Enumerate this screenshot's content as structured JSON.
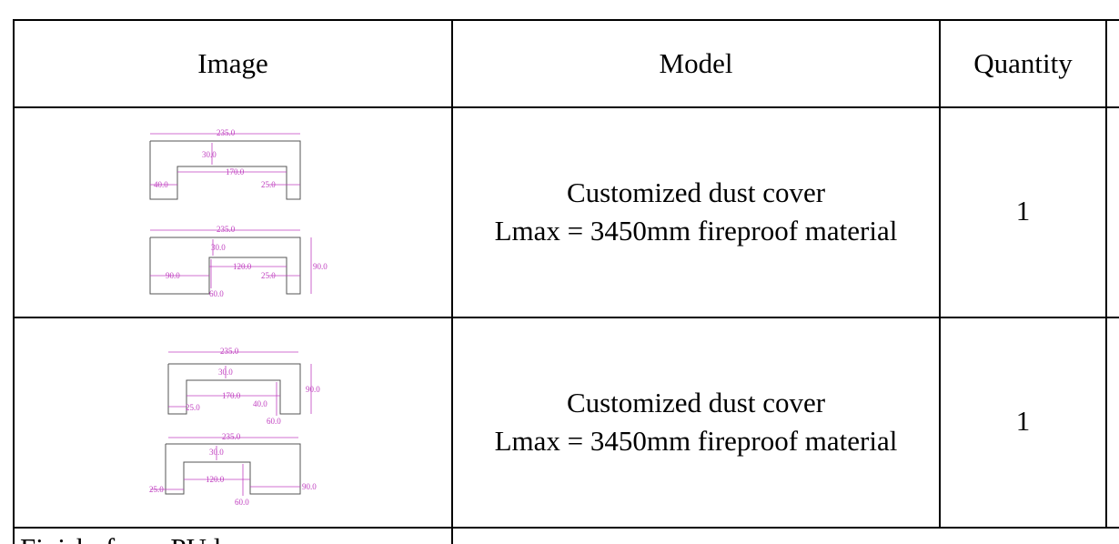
{
  "page": {
    "top_clipped_text": "...",
    "bottom_clipped_text": "Finish: foam PU lam"
  },
  "table": {
    "headers": {
      "image": "Image",
      "model": "Model",
      "quantity": "Quantity"
    },
    "rows": [
      {
        "model_line1": "Customized dust cover",
        "model_line2": "Lmax = 3450mm fireproof material",
        "quantity": "1",
        "drawing_labels": {
          "a_top": "235.0",
          "a_thick": "30.0",
          "a_inner": "170.0",
          "a_left": "40.0",
          "a_right": "25.0",
          "b_top": "235.0",
          "b_thick": "30.0",
          "b_inner": "120.0",
          "b_left": "90.0",
          "b_right": "25.0",
          "b_height": "90.0",
          "b_bottom": "60.0"
        }
      },
      {
        "model_line1": "Customized dust cover",
        "model_line2": "Lmax = 3450mm fireproof material",
        "quantity": "1",
        "drawing_labels": {
          "a_top": "235.0",
          "a_thick": "30.0",
          "a_inner": "170.0",
          "a_left": "25.0",
          "a_mid": "40.0",
          "a_height": "90.0",
          "a_bottom": "60.0",
          "b_top": "235.0",
          "b_thick": "30.0",
          "b_inner": "120.0",
          "b_left": "25.0",
          "b_right": "90.0",
          "b_bottom": "60.0"
        }
      }
    ]
  },
  "colors": {
    "drawing_line": "#555555",
    "dimension": "#c040c0",
    "border": "#000000"
  }
}
